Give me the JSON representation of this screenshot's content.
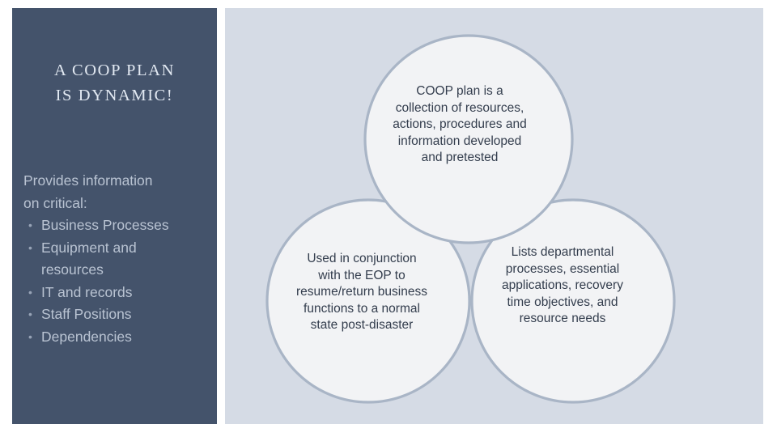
{
  "slide": {
    "title_lines": [
      "A COOP PLAN",
      "IS DYNAMIC!"
    ],
    "background_color": "#ffffff"
  },
  "left_panel": {
    "background_color": "#44536b",
    "text_color": "#b9c3d2",
    "title_color": "#e2e9f2",
    "intro_lines": [
      "Provides information",
      "on critical:"
    ],
    "bullets": [
      {
        "bullet_glyph": "•",
        "lines": [
          "Business Processes"
        ]
      },
      {
        "bullet_glyph": "•",
        "lines": [
          "Equipment and",
          "resources"
        ]
      },
      {
        "bullet_glyph": "•",
        "lines": [
          "IT and records"
        ]
      },
      {
        "bullet_glyph": "•",
        "lines": [
          "Staff Positions"
        ]
      },
      {
        "bullet_glyph": "•",
        "lines": [
          "Dependencies"
        ]
      }
    ]
  },
  "right_panel": {
    "background_color": "#d5dbe5",
    "circle_fill": "#f2f3f5",
    "circle_stroke": "#a9b5c6",
    "text_color": "#333d4d",
    "diagram_name": "three-circle-venn",
    "circles": [
      {
        "id": "top",
        "position": "top",
        "lines": [
          "COOP plan is a",
          "collection of resources,",
          "actions, procedures and",
          "information developed",
          "and pretested"
        ]
      },
      {
        "id": "bottom-left",
        "position": "bottom-left",
        "lines": [
          "Used in conjunction",
          "with the EOP to",
          "resume/return business",
          "functions to a normal",
          "state post-disaster"
        ]
      },
      {
        "id": "bottom-right",
        "position": "bottom-right",
        "lines": [
          "Lists departmental",
          "processes, essential",
          "applications, recovery",
          "time objectives, and",
          "resource needs"
        ]
      }
    ]
  }
}
